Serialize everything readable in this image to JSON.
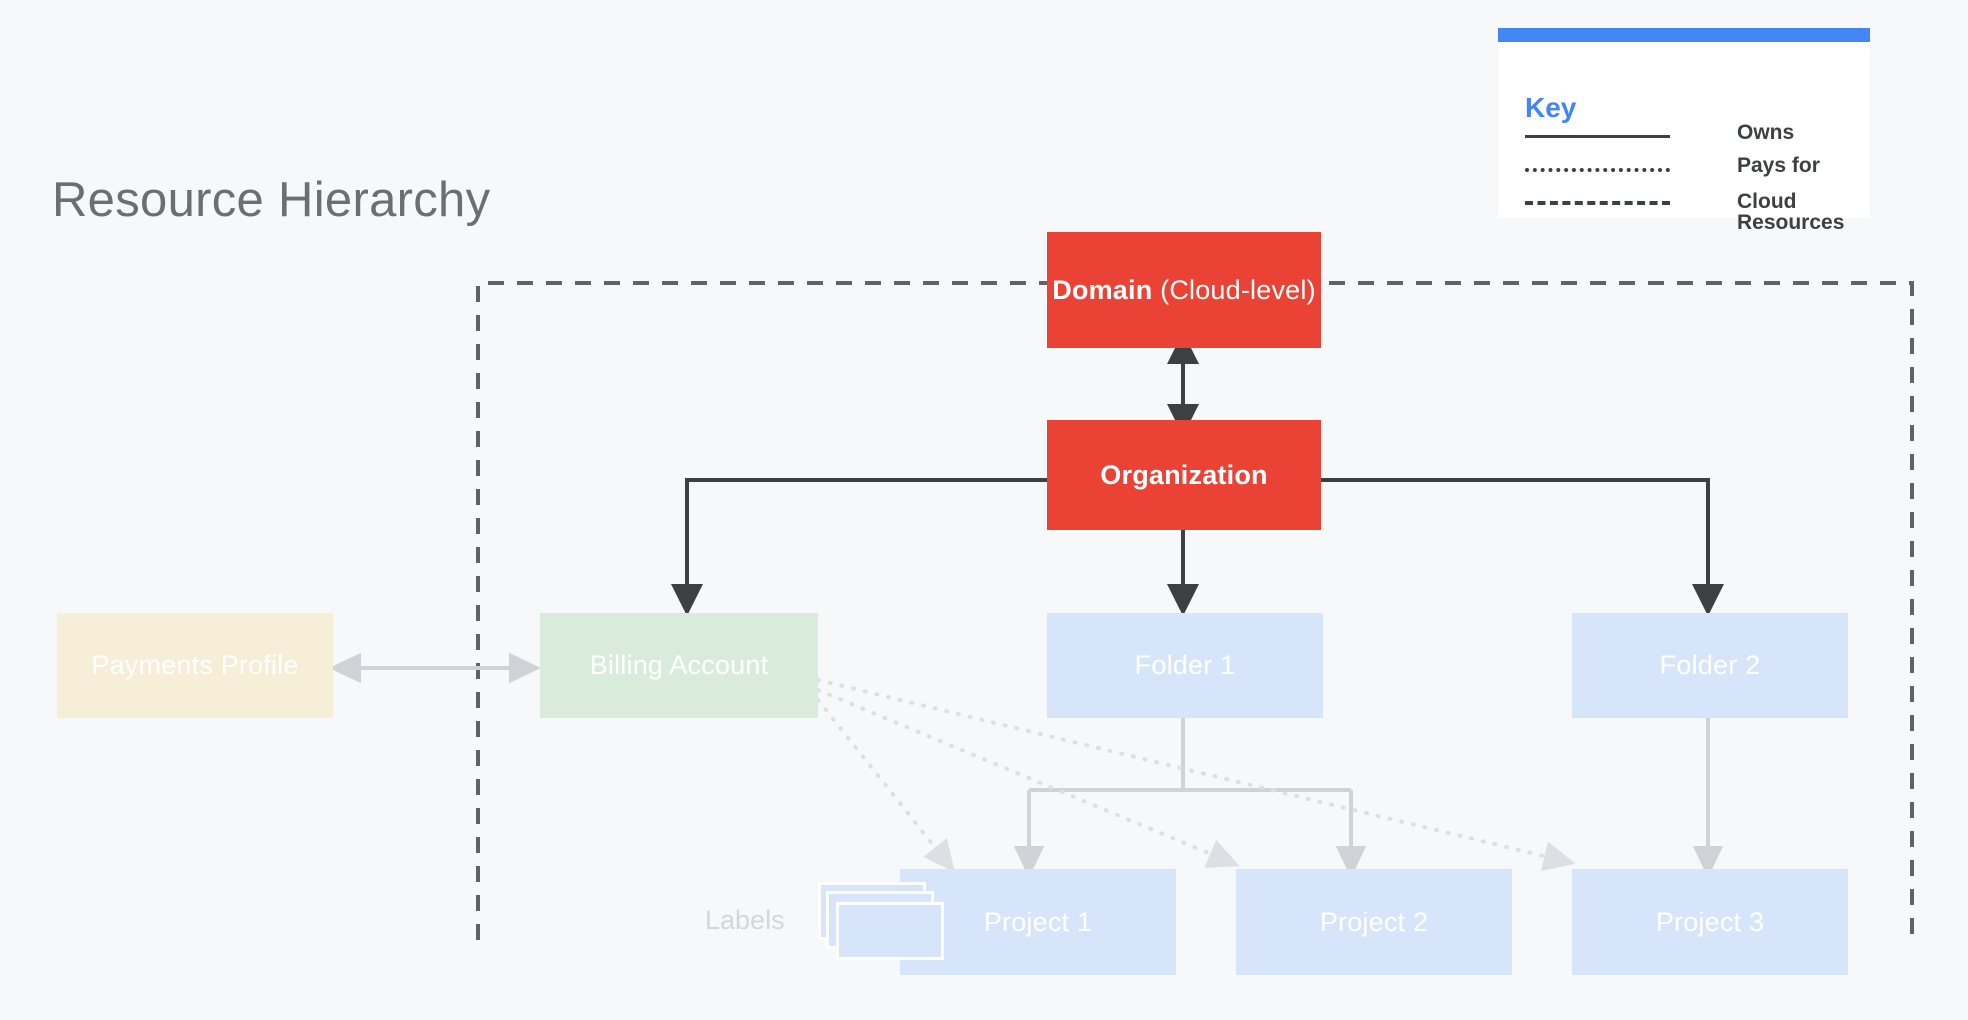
{
  "page": {
    "title": "Resource Hierarchy",
    "background_color": "#f7f8fa"
  },
  "key": {
    "title": "Key",
    "accent_color": "#4285f4",
    "rows": [
      {
        "style": "solid",
        "label": "Owns"
      },
      {
        "style": "dotted",
        "label": "Pays for"
      },
      {
        "style": "dashed",
        "label": "Cloud Resources"
      }
    ]
  },
  "nodes": {
    "domain": {
      "label_bold": "Domain",
      "label_light": " (Cloud-level)",
      "color": "#ea4335"
    },
    "organization": {
      "label": "Organization",
      "color": "#ea4335"
    },
    "payments_profile": {
      "label": "Payments Profile",
      "color": "#f7eed7"
    },
    "billing_account": {
      "label": "Billing Account",
      "color": "#d9ecdc"
    },
    "folder_1": {
      "label": "Folder 1",
      "color": "#d7e5fb"
    },
    "folder_2": {
      "label": "Folder 2",
      "color": "#d7e5fb"
    },
    "project_1": {
      "label": "Project 1",
      "color": "#d7e5fb"
    },
    "project_2": {
      "label": "Project 2",
      "color": "#d7e5fb"
    },
    "project_3": {
      "label": "Project 3",
      "color": "#d7e5fb"
    },
    "labels": {
      "label": "Labels",
      "color": "#d7e5fb"
    }
  },
  "edges": {
    "owns_color": "#3c4043",
    "owns_light_color": "#cfd2d6",
    "pays_for_color": "#d8dbdf",
    "cloud_boundary_color": "#5f6368"
  }
}
